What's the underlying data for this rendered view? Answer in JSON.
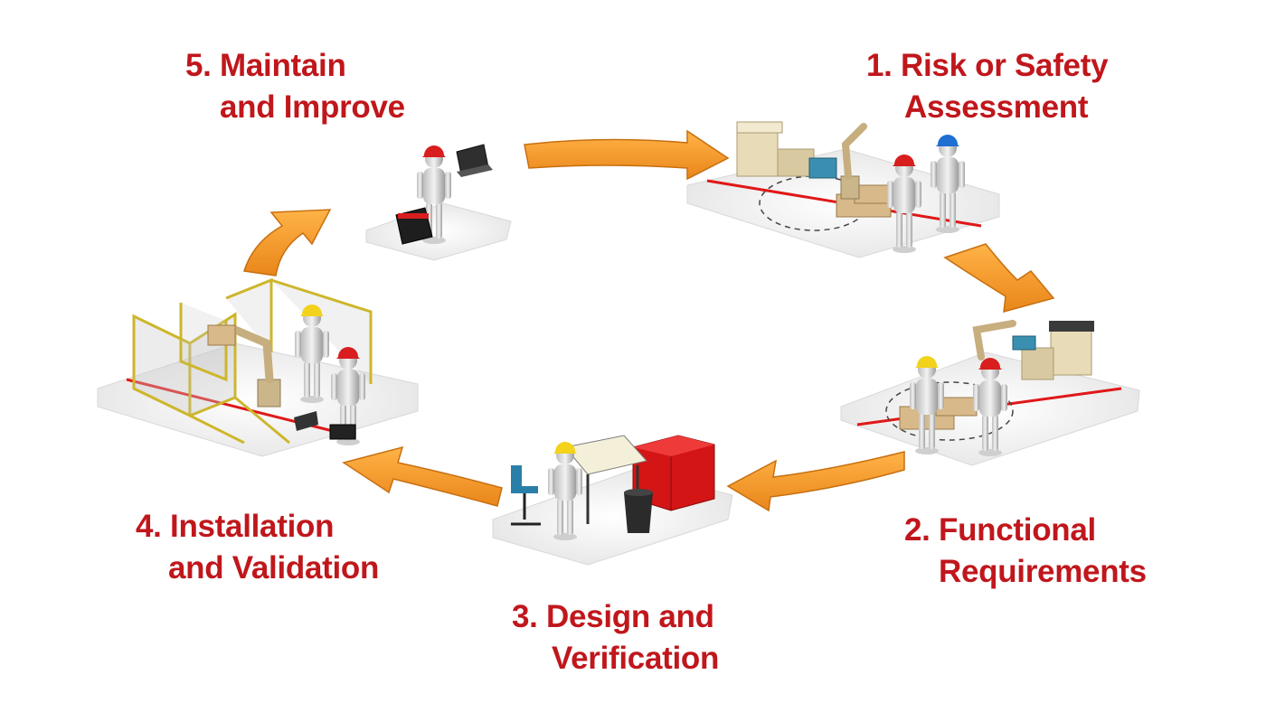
{
  "steps": [
    {
      "line1": "1. Risk or Safety",
      "line2": "Assessment"
    },
    {
      "line1": "2. Functional",
      "line2": "Requirements"
    },
    {
      "line1": "3. Design and",
      "line2": "Verification"
    },
    {
      "line1": "4. Installation",
      "line2": "and Validation"
    },
    {
      "line1": "5. Maintain",
      "line2": "and Improve"
    }
  ],
  "colors": {
    "label": "#c0171c",
    "arrow": "#f39a1e",
    "arrow_dark": "#c76f10",
    "platform": "#eeeeee",
    "safety_line": "#e01818",
    "helmet_red": "#d81e1e",
    "helmet_yellow": "#f2d21a",
    "helmet_blue": "#1f6fd1",
    "fence": "#d9c43a"
  },
  "icons": [
    "cycle-arrow",
    "worker-figure",
    "robot-arm",
    "safety-fence",
    "drafting-table",
    "red-cabinet",
    "toolbox",
    "laptop"
  ]
}
